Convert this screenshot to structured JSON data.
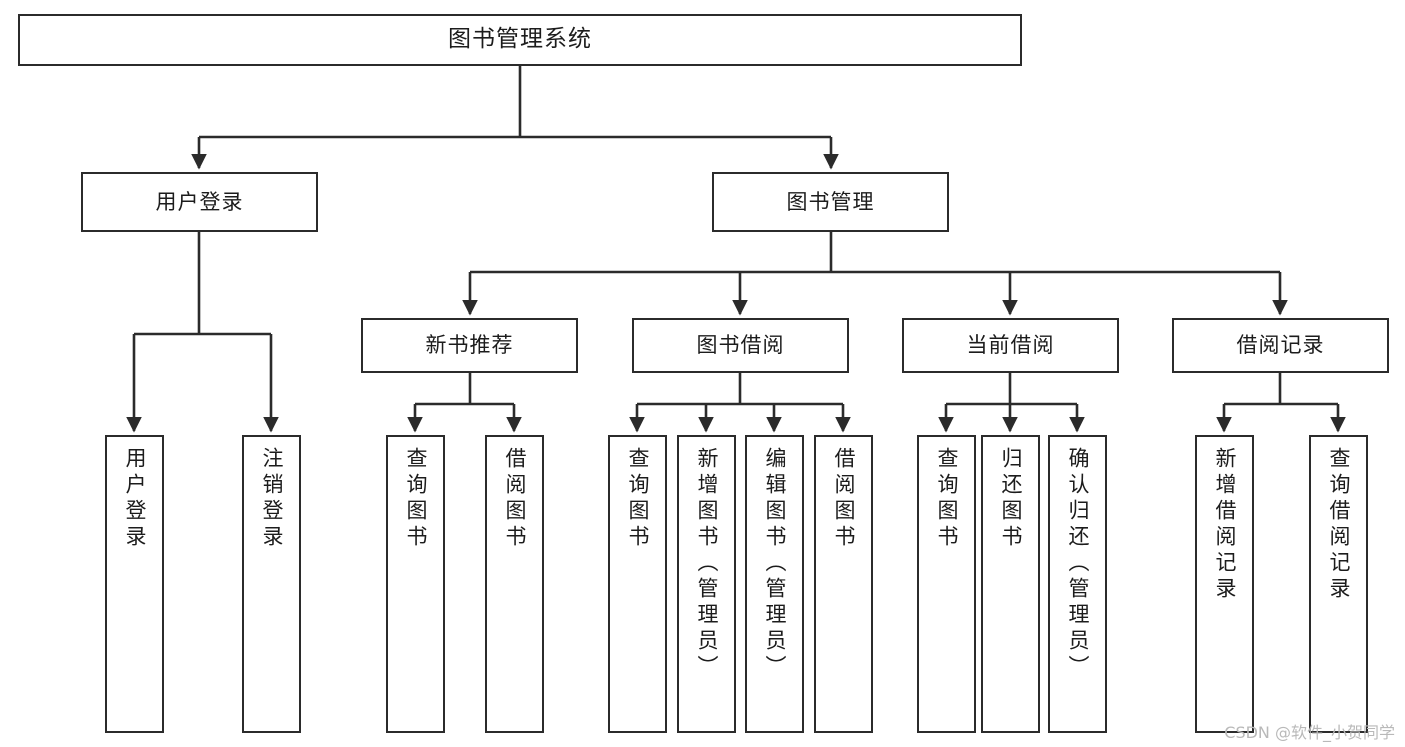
{
  "diagram": {
    "title": "图书管理系统",
    "type": "tree",
    "root": {
      "label": "图书管理系统"
    },
    "level2": [
      {
        "id": "user-login",
        "label": "用户登录"
      },
      {
        "id": "book-manage",
        "label": "图书管理"
      }
    ],
    "level3": [
      {
        "id": "new-book-recommend",
        "label": "新书推荐"
      },
      {
        "id": "book-borrow",
        "label": "图书借阅"
      },
      {
        "id": "current-borrow",
        "label": "当前借阅"
      },
      {
        "id": "borrow-record",
        "label": "借阅记录"
      }
    ],
    "leaves": [
      {
        "id": "leaf-user-login",
        "label": "用户登录",
        "parent": "user-login"
      },
      {
        "id": "leaf-user-logout",
        "label": "注销登录",
        "parent": "user-login"
      },
      {
        "id": "leaf-query-book-1",
        "label": "查询图书",
        "parent": "new-book-recommend"
      },
      {
        "id": "leaf-borrow-book-1",
        "label": "借阅图书",
        "parent": "new-book-recommend"
      },
      {
        "id": "leaf-query-book-2",
        "label": "查询图书",
        "parent": "book-borrow"
      },
      {
        "id": "leaf-add-book",
        "label": "新增图书（管理员）",
        "parent": "book-borrow"
      },
      {
        "id": "leaf-edit-book",
        "label": "编辑图书（管理员）",
        "parent": "book-borrow"
      },
      {
        "id": "leaf-borrow-book-2",
        "label": "借阅图书",
        "parent": "book-borrow"
      },
      {
        "id": "leaf-query-book-3",
        "label": "查询图书",
        "parent": "current-borrow"
      },
      {
        "id": "leaf-return-book",
        "label": "归还图书",
        "parent": "current-borrow"
      },
      {
        "id": "leaf-confirm-return",
        "label": "确认归还（管理员）",
        "parent": "current-borrow"
      },
      {
        "id": "leaf-add-record",
        "label": "新增借阅记录",
        "parent": "borrow-record"
      },
      {
        "id": "leaf-query-record",
        "label": "查询借阅记录",
        "parent": "borrow-record"
      }
    ]
  },
  "watermark": {
    "text": "CSDN @软件_小贺同学"
  },
  "colors": {
    "stroke": "#2b2b2b",
    "fill": "#ffffff",
    "text": "#1c1c1c",
    "watermark": "#b9b9b9"
  }
}
